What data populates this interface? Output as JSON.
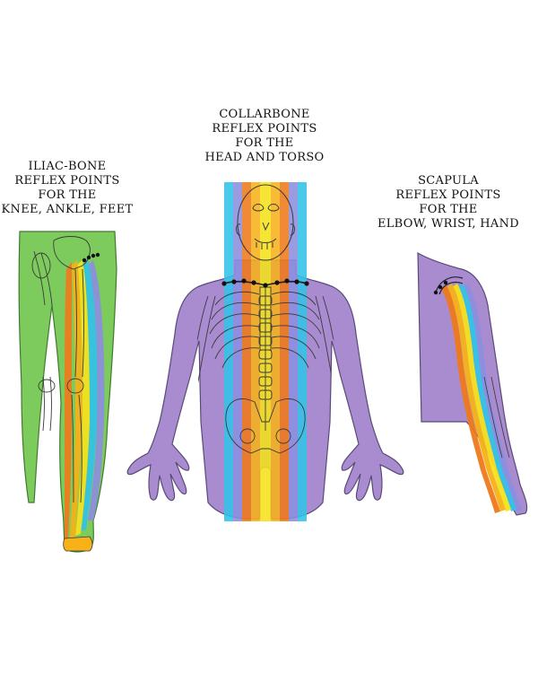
{
  "labels": {
    "iliac": [
      "ILIAC-BONE",
      "REFLEX POINTS",
      "FOR THE",
      "KNEE, ANKLE, FEET"
    ],
    "collarbone": [
      "COLLARBONE",
      "REFLEX POINTS",
      "FOR THE",
      "HEAD AND TORSO"
    ],
    "scapula": [
      "SCAPULA",
      "REFLEX POINTS",
      "FOR THE",
      "ELBOW, WRIST, HAND"
    ]
  },
  "colors": {
    "body_fill": "#a98bd0",
    "body_stroke": "#5a4a78",
    "leg_fill": "#7ecb5d",
    "leg_stroke": "#3f7a2e",
    "bone_stroke": "#3a3a3a",
    "bands": [
      "#32c3e8",
      "#8d8fe0",
      "#f07a1c",
      "#f7b21a",
      "#f5e21c",
      "#f7b21a",
      "#f07a1c",
      "#8d8fe0",
      "#32c3e8"
    ]
  }
}
